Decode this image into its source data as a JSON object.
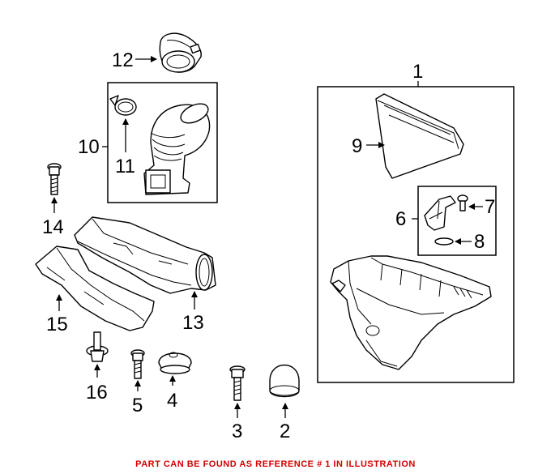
{
  "callouts": {
    "n1": "1",
    "n2": "2",
    "n3": "3",
    "n4": "4",
    "n5": "5",
    "n6": "6",
    "n7": "7",
    "n8": "8",
    "n9": "9",
    "n10": "10",
    "n11": "11",
    "n12": "12",
    "n13": "13",
    "n14": "14",
    "n15": "15",
    "n16": "16"
  },
  "footer": {
    "note": "PART CAN BE FOUND AS REFERENCE # 1 IN ILLUSTRATION"
  },
  "colors": {
    "note": "#d40000",
    "lines": "#000000",
    "background": "#ffffff"
  }
}
